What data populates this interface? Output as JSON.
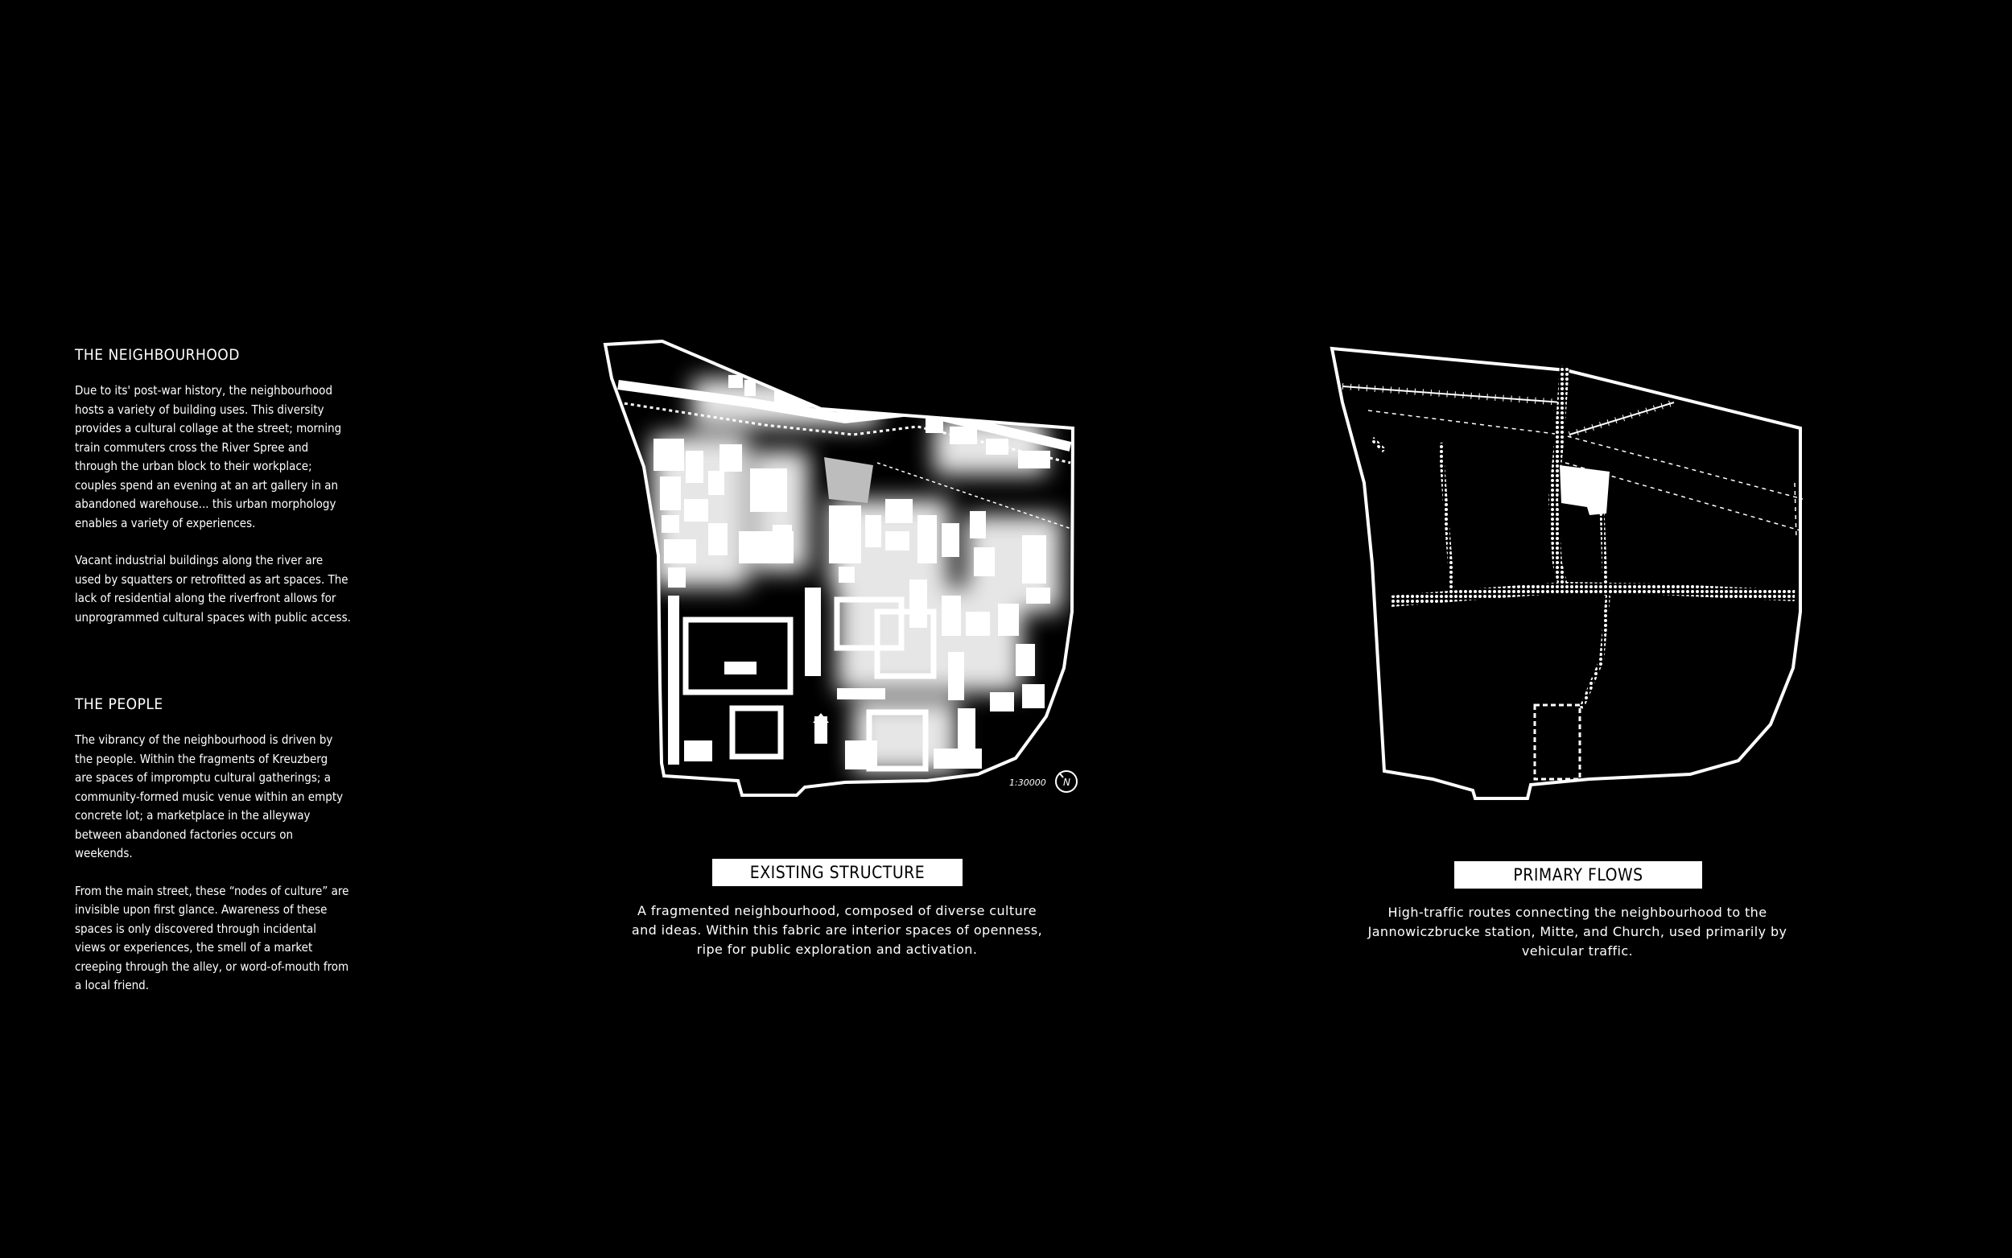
{
  "neighbourhood": {
    "title": "THE NEIGHBOURHOOD",
    "p1": "Due to its' post-war history, the neighbourhood\nhosts a variety of building uses. This diversity\nprovides a cultural collage at the street; morning\ntrain commuters cross the River Spree and\nthrough the urban block to their workplace;\ncouples spend an evening at an art gallery in an\nabandoned warehouse... this urban morphology\nenables a variety of experiences.",
    "p2": "Vacant industrial buildings along the river are\nused by squatters or retrofitted as art spaces.  The\nlack of residential along the riverfront allows for\nunprogrammed cultural spaces with public access."
  },
  "people": {
    "title": "THE PEOPLE",
    "p1": "The vibrancy of the neighbourhood is driven by\nthe people. Within the fragments of Kreuzberg\nare spaces of impromptu cultural gatherings;  a\ncommunity-formed music venue within an empty\nconcrete lot; a marketplace in the alleyway\nbetween abandoned factories occurs on\nweekends.",
    "p2": "From the main street, these “nodes of culture” are\ninvisible upon first glance.  Awareness of these\nspaces is only discovered through incidental\nviews or experiences, the smell of a market\ncreeping through the alley, or word-of-mouth from\na local friend."
  },
  "existing": {
    "label": "EXISTING STRUCTURE",
    "caption": "A fragmented neighbourhood, composed of diverse culture\nand ideas. Within this fabric are interior spaces of openness,\nripe for public exploration and activation.",
    "scale": "1:30000",
    "north": "N"
  },
  "flows": {
    "label": "PRIMARY FLOWS",
    "caption": "High-traffic routes connecting the neighbourhood to the\nJannowiczbrucke station, Mitte, and Church, used primarily by\nvehicular traffic."
  },
  "colors": {
    "background": "#000000",
    "foreground": "#ffffff",
    "highlight": "#bdbdbd"
  }
}
